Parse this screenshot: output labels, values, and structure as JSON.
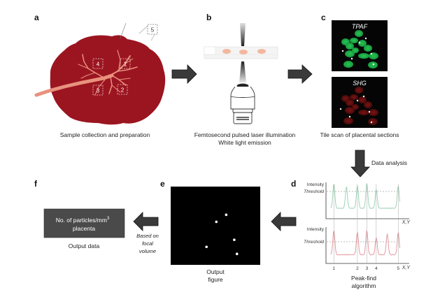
{
  "panels": {
    "a": {
      "letter": "a",
      "caption": "Sample collection and preparation",
      "regions": [
        "1",
        "2",
        "3",
        "4",
        "5"
      ]
    },
    "b": {
      "letter": "b",
      "caption_line1": "Femtosecond pulsed laser illumination",
      "caption_line2": "White light emission"
    },
    "c": {
      "letter": "c",
      "caption": "Tile scan of placental sections",
      "tpaf_label": "TPAF",
      "shg_label": "SHG"
    },
    "d": {
      "letter": "d",
      "caption_line1": "Peak-find",
      "caption_line2": "algorithm",
      "arrow_label": "Data analysis"
    },
    "e": {
      "letter": "e",
      "caption_line1": "Output",
      "caption_line2": "figure"
    },
    "f": {
      "letter": "f",
      "box_line1": "No. of particles/mm",
      "box_sup": "3",
      "box_line2": "placenta",
      "caption": "Output data",
      "arrow_label_line1": "Based on",
      "arrow_label_line2": "focal",
      "arrow_label_line3": "volume"
    }
  },
  "colors": {
    "placenta": "#9b1521",
    "vessel": "#e9927e",
    "arrow": "#3a3a3a",
    "tpaf_green": "#1fb34a",
    "shg_red": "#5c0d0d",
    "green_trace": "#9fd3b6",
    "red_trace": "#e39aa0",
    "box": "#4a4a4a"
  },
  "chart_data": {
    "type": "line",
    "title": "Peak-find algorithm",
    "xlabel": "X,Y",
    "ylabel": "Intensity",
    "threshold_label": "Threshold",
    "series": [
      {
        "name": "TPAF trace",
        "peaks_x": [
          1,
          1.8,
          2.5,
          3.1,
          3.7,
          5.1
        ],
        "baseline": 0.3,
        "threshold": 0.85,
        "peak_heights": [
          1.0,
          0.92,
          0.95,
          1.02,
          0.85,
          0.95
        ]
      },
      {
        "name": "SHG trace",
        "peaks_x": [
          1,
          2.5,
          3.1,
          3.7,
          4.4,
          5.1
        ],
        "baseline": 0.25,
        "threshold": 0.6,
        "peak_heights": [
          0.95,
          0.9,
          0.95,
          0.75,
          0.85,
          0.9
        ]
      }
    ],
    "marked_peaks": {
      "x": [
        1,
        2.5,
        3.1,
        3.7,
        5.1
      ],
      "labels": [
        "1",
        "2",
        "3",
        "4",
        "5"
      ]
    },
    "xlim": [
      0.5,
      5.8
    ]
  },
  "output_figure": {
    "points": [
      [
        0.62,
        0.36
      ],
      [
        0.51,
        0.45
      ],
      [
        0.71,
        0.68
      ],
      [
        0.4,
        0.77
      ],
      [
        0.74,
        0.86
      ]
    ]
  }
}
